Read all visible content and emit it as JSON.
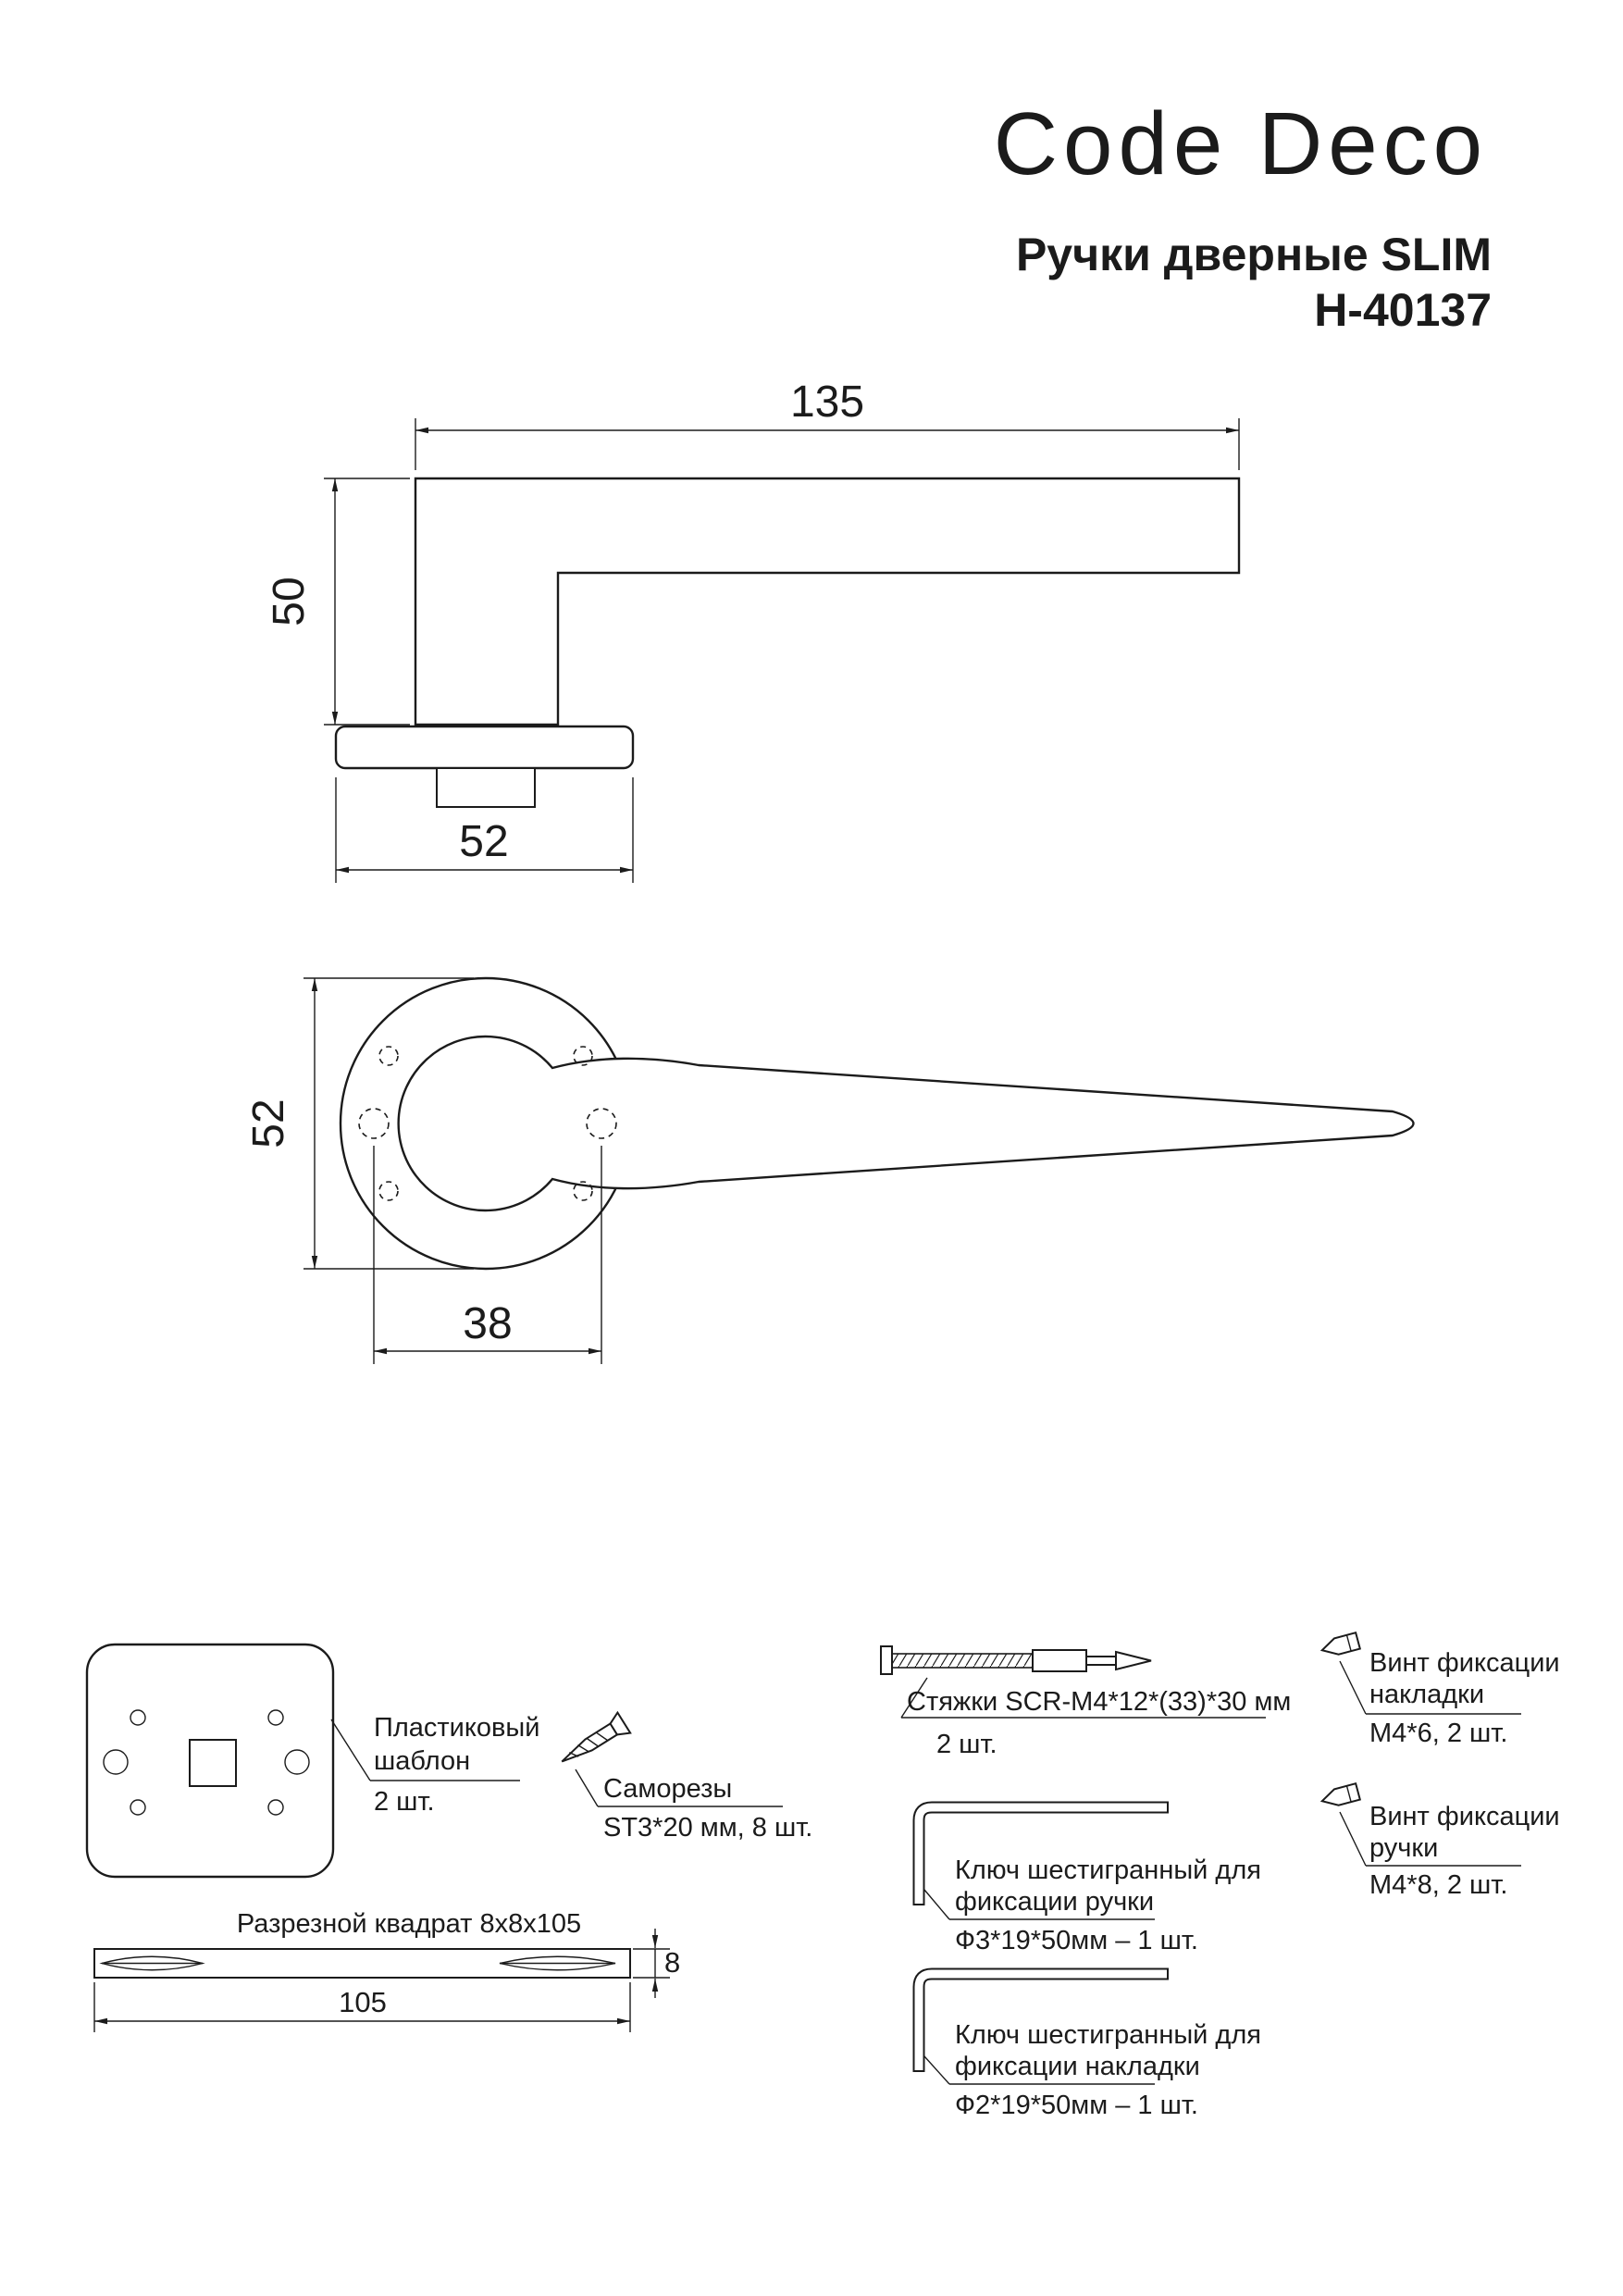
{
  "header": {
    "brand": "Code Deco",
    "product": "Ручки дверные SLIM",
    "model": "H-40137"
  },
  "side_view": {
    "dim_length": "135",
    "dim_height": "50",
    "dim_base": "52"
  },
  "front_view": {
    "dim_height": "52",
    "dim_holes": "38"
  },
  "parts": {
    "template": {
      "line1": "Пластиковый",
      "line2": "шаблон",
      "qty": "2 шт."
    },
    "screws": {
      "title": "Саморезы",
      "spec": "ST3*20 мм, 8 шт."
    },
    "tie_rods": {
      "title": "Стяжки SCR-M4*12*(33)*30 мм",
      "qty": "2 шт."
    },
    "plate_screw": {
      "line1": "Винт фиксации",
      "line2": "накладки",
      "spec": "M4*6, 2 шт."
    },
    "handle_screw": {
      "line1": "Винт фиксации",
      "line2": "ручки",
      "spec": "M4*8, 2 шт."
    },
    "hex_key_handle": {
      "line1": "Ключ шестигранный для",
      "line2": "фиксации ручки",
      "spec": "Ф3*19*50мм – 1 шт."
    },
    "hex_key_plate": {
      "line1": "Ключ шестигранный для",
      "line2": "фиксации накладки",
      "spec": "Ф2*19*50мм – 1 шт."
    },
    "square_bar": {
      "title": "Разрезной квадрат 8x8x105",
      "dim_length": "105",
      "dim_height": "8"
    }
  }
}
